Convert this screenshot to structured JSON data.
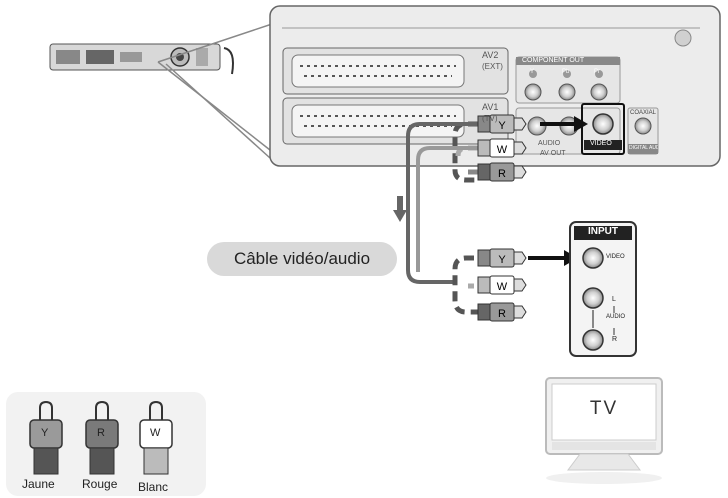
{
  "device": {
    "av2": "AV2",
    "av2_sub": "(EXT)",
    "av1": "AV1",
    "av1_sub": "(TV)",
    "component_out": "COMPONENT OUT",
    "comp_y": "Y",
    "comp_pb": "Pb",
    "comp_pr": "Pr",
    "audio_out": "AUDIO",
    "av_out": "AV OUT",
    "video": "VIDEO",
    "coaxial": "COAXIAL",
    "digital_out": "DIGITAL AUDIO OUT"
  },
  "cable": {
    "title": "Câble vidéo/audio",
    "plugs": [
      "Y",
      "W",
      "R"
    ]
  },
  "tv_panel": {
    "input": "INPUT",
    "video": "VIDEO",
    "audio_l": "L",
    "audio": "AUDIO",
    "audio_r": "R"
  },
  "tv": {
    "label": "TV"
  },
  "legend": [
    {
      "letter": "Y",
      "name": "Jaune",
      "color": "#9a9a9a"
    },
    {
      "letter": "R",
      "name": "Rouge",
      "color": "#7a7a7a"
    },
    {
      "letter": "W",
      "name": "Blanc",
      "color": "#ffffff"
    }
  ]
}
